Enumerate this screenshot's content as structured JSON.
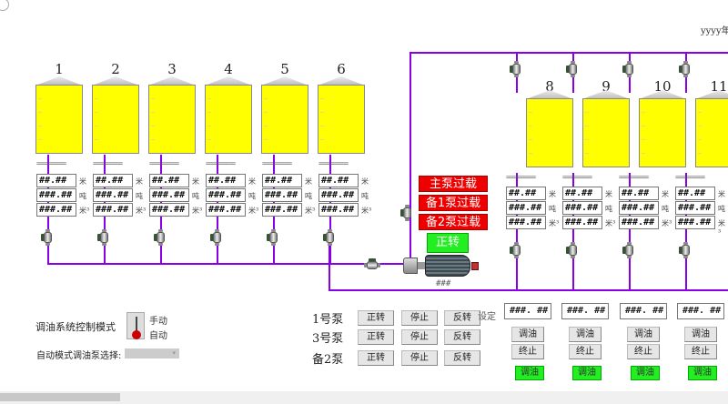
{
  "header": {
    "date_text": "yyyy年"
  },
  "tanks_left": [
    {
      "num": "1",
      "level": "##.##",
      "weight": "###.##",
      "volume": "###.##",
      "tag": "=========="
    },
    {
      "num": "2",
      "level": "##.##",
      "weight": "###.##",
      "volume": "###.##",
      "tag": "=========="
    },
    {
      "num": "3",
      "level": "##.##",
      "weight": "###.##",
      "volume": "###.##",
      "tag": "=========="
    },
    {
      "num": "4",
      "level": "##.##",
      "weight": "###.##",
      "volume": "###.##",
      "tag": "=========="
    },
    {
      "num": "5",
      "level": "##.##",
      "weight": "###.##",
      "volume": "###.##",
      "tag": "=========="
    },
    {
      "num": "6",
      "level": "##.##",
      "weight": "###.##",
      "volume": "###.##",
      "tag": "=========="
    }
  ],
  "tanks_right": [
    {
      "num": "8",
      "level": "##.##",
      "weight": "###.##",
      "volume": "###.##",
      "tag": "==========",
      "setpoint": "###. ##",
      "btn_adjust": "调油",
      "btn_stop": "终止",
      "status": "调油"
    },
    {
      "num": "9",
      "level": "##.##",
      "weight": "###.##",
      "volume": "###.##",
      "tag": "==========",
      "setpoint": "###. ##",
      "btn_adjust": "调油",
      "btn_stop": "终止",
      "status": "调油"
    },
    {
      "num": "10",
      "level": "##.##",
      "weight": "###.##",
      "volume": "###.##",
      "tag": "==========",
      "setpoint": "###. ##",
      "btn_adjust": "调油",
      "btn_stop": "终止",
      "status": "调油"
    },
    {
      "num": "11",
      "level": "##.##",
      "weight": "###.##",
      "volume": "###.##",
      "tag": "==========",
      "setpoint": "###. ##",
      "btn_adjust": "调油",
      "btn_stop": "终止",
      "status": "调油"
    }
  ],
  "units": {
    "level": "米",
    "weight": "吨",
    "volume": "米³"
  },
  "alarms": [
    "主泵过载",
    "备1泵过载",
    "备2泵过载"
  ],
  "run_status": "正转",
  "pump_value": "###",
  "control": {
    "title": "调油系统控制模式",
    "mode_manual": "手动",
    "mode_auto": "自动",
    "auto_select_label": "自动模式调油泵选择:",
    "auto_select_value": ""
  },
  "pumps": [
    {
      "name": "1号泵",
      "fwd": "正转",
      "stop": "停止",
      "rev": "反转"
    },
    {
      "name": "3号泵",
      "fwd": "正转",
      "stop": "停止",
      "rev": "反转"
    },
    {
      "name": "备2泵",
      "fwd": "正转",
      "stop": "停止",
      "rev": "反转"
    }
  ],
  "setpoint_label": "设定",
  "colors": {
    "pipe": "#8a00e6",
    "tank": "#ffff00",
    "alarm": "#ee0000",
    "ok": "#22ee22"
  }
}
